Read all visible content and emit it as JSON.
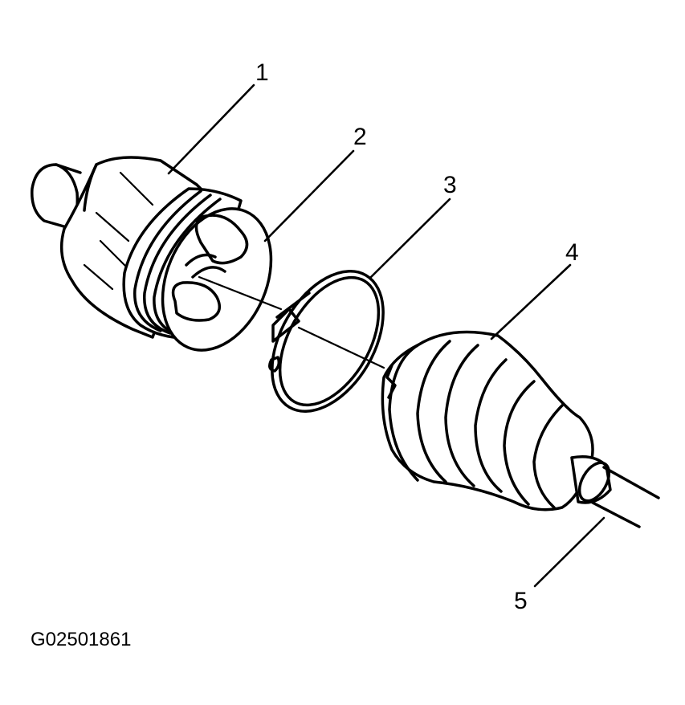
{
  "diagram": {
    "callouts": [
      {
        "id": "1",
        "label": "1"
      },
      {
        "id": "2",
        "label": "2"
      },
      {
        "id": "3",
        "label": "3"
      },
      {
        "id": "4",
        "label": "4"
      },
      {
        "id": "5",
        "label": "5"
      }
    ],
    "figure_id": "G02501861"
  },
  "colors": {
    "ink": "#000000",
    "paper": "#ffffff"
  }
}
